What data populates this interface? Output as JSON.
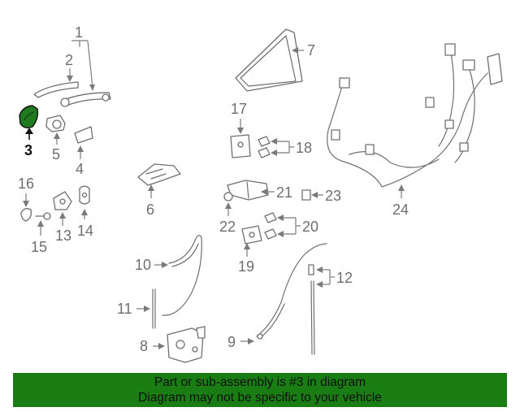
{
  "diagram": {
    "callouts": {
      "c1": "1",
      "c2": "2",
      "c3": "3",
      "c4": "4",
      "c5": "5",
      "c6": "6",
      "c7": "7",
      "c8": "8",
      "c9": "9",
      "c10": "10",
      "c11": "11",
      "c12": "12",
      "c13": "13",
      "c14": "14",
      "c15": "15",
      "c16": "16",
      "c17": "17",
      "c18": "18",
      "c19": "19",
      "c20": "20",
      "c21": "21",
      "c22": "22",
      "c23": "23",
      "c24": "24"
    },
    "highlighted_part": "3",
    "highlight_color": "#1a7d14"
  },
  "banner": {
    "line1": "Part or sub-assembly is #3 in diagram",
    "line2": "Diagram may not be specific to your vehicle",
    "background": "#1a7d14"
  }
}
